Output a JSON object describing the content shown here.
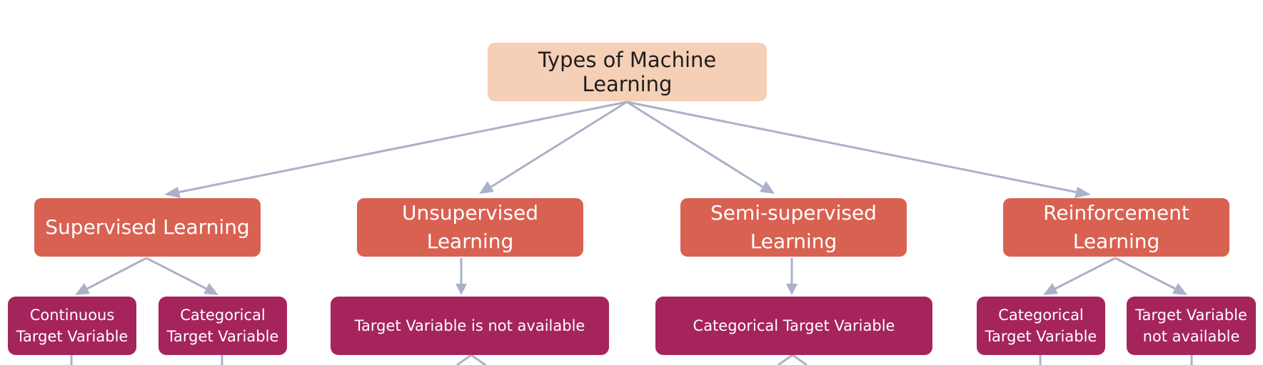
{
  "root": {
    "label": "Types of Machine Learning"
  },
  "categories": [
    {
      "label": "Supervised Learning"
    },
    {
      "label_line1": "Unsupervised",
      "label_line2": "Learning"
    },
    {
      "label_line1": "Semi-supervised",
      "label_line2": "Learning"
    },
    {
      "label_line1": "Reinforcement",
      "label_line2": "Learning"
    }
  ],
  "subtypes": [
    {
      "label_line1": "Continuous",
      "label_line2": "Target Variable"
    },
    {
      "label_line1": "Categorical",
      "label_line2": "Target Variable"
    },
    {
      "label": "Target Variable is not available"
    },
    {
      "label": "Categorical Target Variable"
    },
    {
      "label_line1": "Categorical",
      "label_line2": "Target Variable"
    },
    {
      "label_line1": "Target Variable",
      "label_line2": "not available"
    }
  ],
  "colors": {
    "root_fill": "#f5cfb6",
    "category_fill": "#d96152",
    "subtype_fill": "#a5245c",
    "connector": "#a9b2c7"
  }
}
